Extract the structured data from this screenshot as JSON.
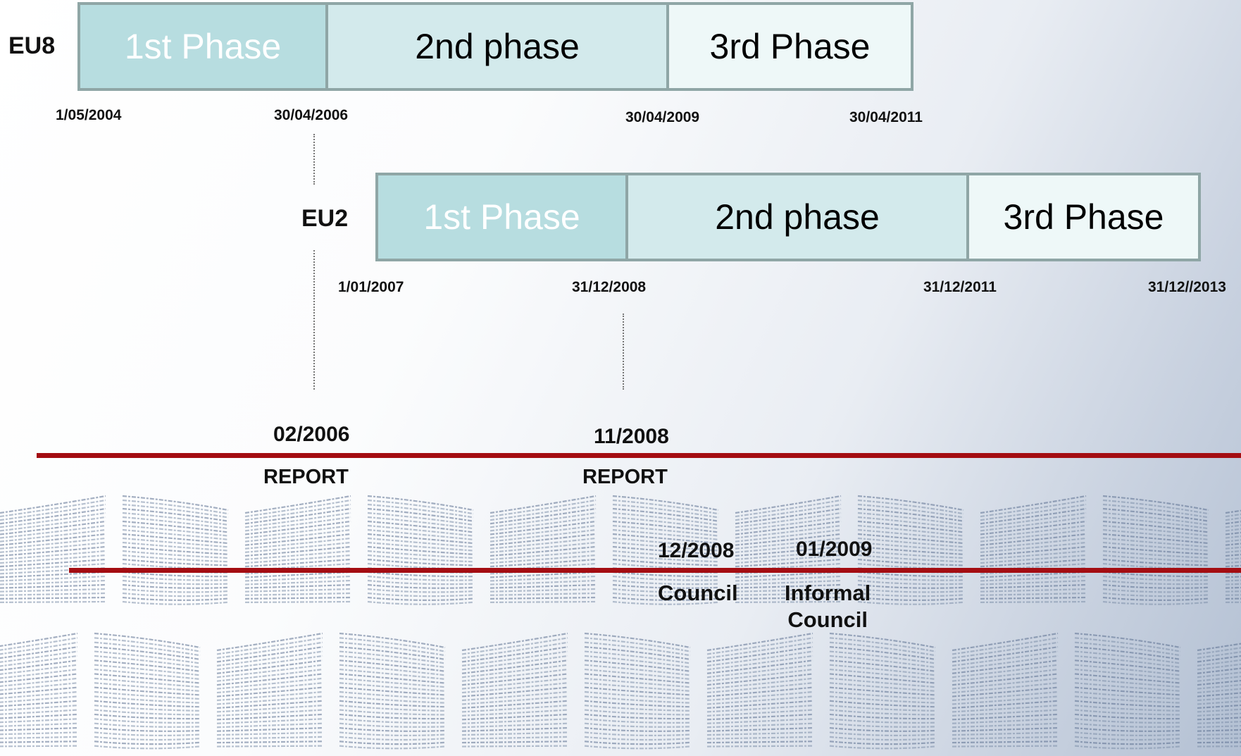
{
  "colors": {
    "phase1": "#b7dde0",
    "phase2": "#d3eaec",
    "phase3": "#eef8f8",
    "border": "#8fa6a6",
    "timeline": "#a40d12"
  },
  "eu8": {
    "label": "EU8",
    "phases": [
      "1st Phase",
      "2nd phase",
      "3rd Phase"
    ],
    "dates": [
      "1/05/2004",
      "30/04/2006",
      "30/04/2009",
      "30/04/2011"
    ]
  },
  "eu2": {
    "label": "EU2",
    "phases": [
      "1st Phase",
      "2nd phase",
      "3rd Phase"
    ],
    "dates": [
      "1/01/2007",
      "31/12/2008",
      "31/12/2011",
      "31/12//2013"
    ]
  },
  "reports": [
    {
      "date": "02/2006",
      "label": "REPORT"
    },
    {
      "date": "11/2008",
      "label": "REPORT"
    }
  ],
  "councils": [
    {
      "date": "12/2008",
      "label_lines": [
        "Council"
      ]
    },
    {
      "date": "01/2009",
      "label_lines": [
        "Informal",
        "Council"
      ]
    }
  ]
}
